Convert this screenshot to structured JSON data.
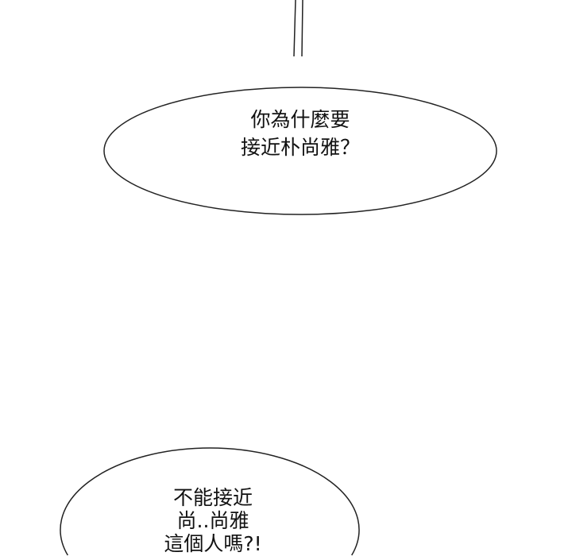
{
  "bubbles": [
    {
      "lines": [
        "你為什麼要",
        "接近朴尚雅？"
      ]
    },
    {
      "lines": [
        "不能接近",
        "尚..尚雅",
        "這個人嗎?!"
      ]
    }
  ]
}
